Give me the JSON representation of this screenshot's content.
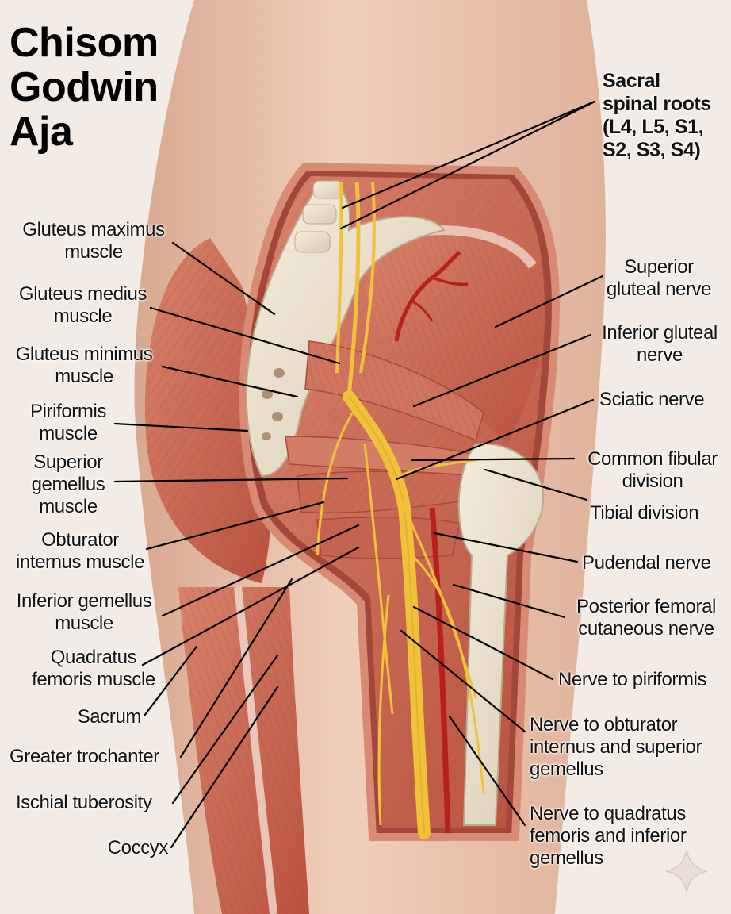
{
  "title": {
    "lines": [
      "Chisom",
      "Godwin",
      "Aja"
    ]
  },
  "labels_left": {
    "gluteus_maximus": [
      "Gluteus maximus",
      "muscle"
    ],
    "gluteus_medius": [
      "Gluteus medius",
      "muscle"
    ],
    "gluteus_minimus": [
      "Gluteus minimus",
      "muscle"
    ],
    "piriformis": [
      "Piriformis",
      "muscle"
    ],
    "superior_gemellus": [
      "Superior",
      "gemellus",
      "muscle"
    ],
    "obturator_internus": [
      "Obturator",
      "internus muscle"
    ],
    "inferior_gemellus": [
      "Inferior gemellus",
      "muscle"
    ],
    "quadratus_femoris": [
      "Quadratus",
      "femoris muscle"
    ],
    "sacrum": [
      "Sacrum"
    ],
    "greater_trochanter": [
      "Greater trochanter"
    ],
    "ischial_tuberosity": [
      "Ischial tuberosity"
    ],
    "coccyx": [
      "Coccyx"
    ]
  },
  "labels_right": {
    "sacral_roots": [
      "Sacral",
      "spinal roots",
      "(L4, L5, S1,",
      "S2, S3, S4)"
    ],
    "superior_gluteal_nerve": [
      "Superior",
      "gluteal nerve"
    ],
    "inferior_gluteal_nerve": [
      "Inferior gluteal",
      "nerve"
    ],
    "sciatic_nerve": [
      "Sciatic nerve"
    ],
    "common_fibular": [
      "Common fibular",
      "division"
    ],
    "tibial_division": [
      "Tibial division"
    ],
    "pudendal_nerve": [
      "Pudendal nerve"
    ],
    "posterior_femoral": [
      "Posterior femoral",
      "cutaneous nerve"
    ],
    "nerve_to_piriformis": [
      "Nerve to piriformis"
    ],
    "nerve_to_obturator": [
      "Nerve to obturator",
      "internus and superior",
      "gemellus"
    ],
    "nerve_to_quadratus": [
      "Nerve to quadratus",
      "femoris and inferior",
      "gemellus"
    ]
  },
  "colors": {
    "skin": "#e8c6b0",
    "muscle": "#c96a55",
    "bone": "#ece3d2",
    "nerve": "#f0c23a",
    "artery": "#b8201c",
    "leader": "#000000"
  },
  "icons": {
    "watermark": "sparkle-icon"
  }
}
